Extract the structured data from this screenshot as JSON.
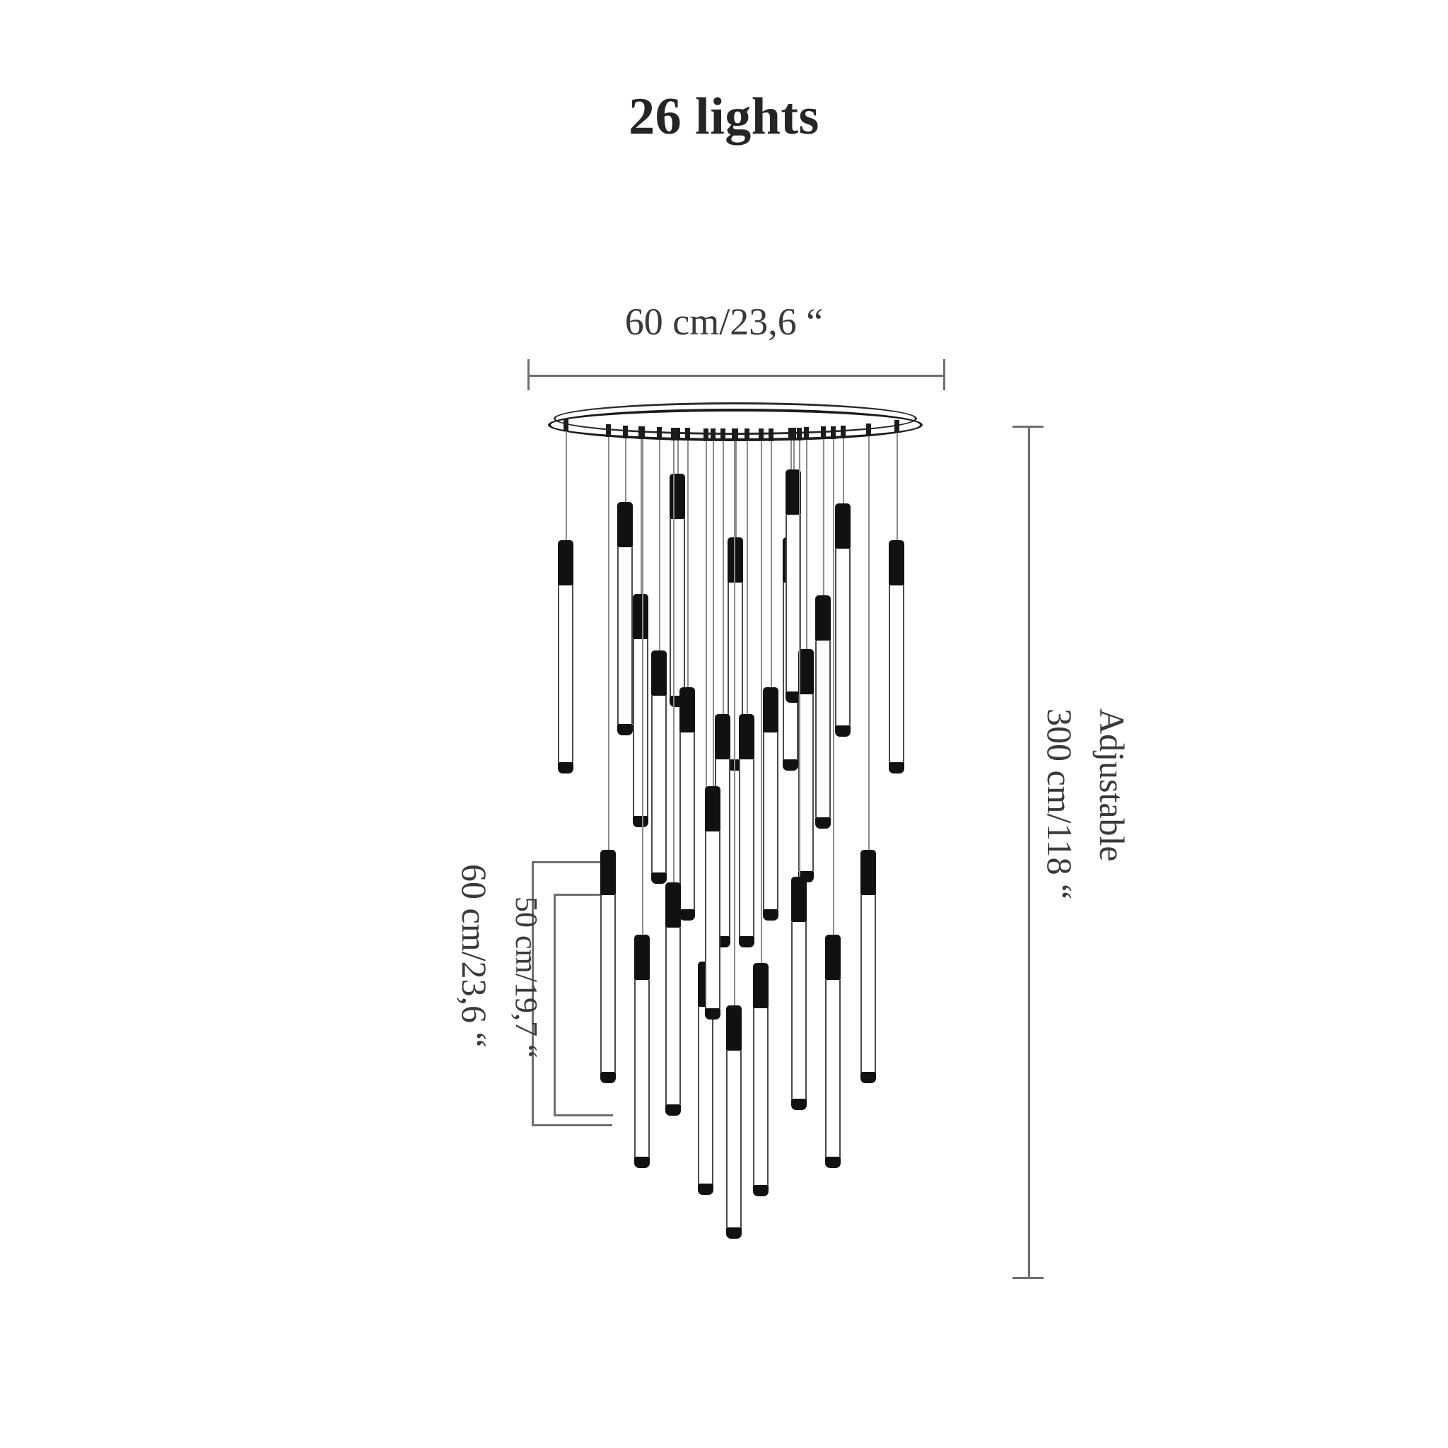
{
  "page": {
    "title": "26 lights",
    "background_color": "#ffffff",
    "ink_color": "#2b2b2b"
  },
  "diagram": {
    "kind": "technical-dimension-drawing",
    "subject": "multi-pendant linear tube chandelier",
    "light_count": 26,
    "canopy_shape": "round",
    "measurements": [
      {
        "name": "canopy-diameter",
        "orientation": "horizontal",
        "position": "top",
        "label": "60 cm/23,6 “",
        "value_cm": 60,
        "value_in": "23,6"
      },
      {
        "name": "overall-drop",
        "orientation": "vertical",
        "position": "right",
        "label_line_1": "Adjustable",
        "label_line_2": "300 cm/118 “",
        "value_cm": 300,
        "value_in": "118"
      },
      {
        "name": "pendant-overall-length",
        "orientation": "vertical",
        "position": "left-outer",
        "label": "60 cm/23,6 “",
        "value_cm": 60,
        "value_in": "23,6"
      },
      {
        "name": "pendant-tube-length",
        "orientation": "vertical",
        "position": "left-inner",
        "label": "50 cm/19,7 “",
        "value_cm": 50,
        "value_in": "19,7"
      }
    ],
    "colors": {
      "tube_cap": "#111111",
      "tube_body_outline": "#4a4a4a",
      "cable": "#8c8c8c",
      "dimension_line": "#6f6f6f",
      "canopy_outline": "#1c1c1c"
    }
  },
  "chart_data": {
    "type": "scatter",
    "title": "26 lights",
    "xlabel": "",
    "ylabel": "",
    "units": {
      "metric": "cm",
      "imperial": "inch"
    },
    "annotations": [
      "60 cm/23,6 “",
      "Adjustable",
      "300 cm/118 “",
      "60 cm/23,6 “",
      "50 cm/19,7 “"
    ],
    "series": [
      {
        "name": "pendants",
        "comment": "x = horizontal centre px, top = cap top px, len = tube length px (cap+body+foot)",
        "values": [
          {
            "x": 800,
            "top": 764,
            "len": 330
          },
          {
            "x": 884,
            "top": 710,
            "len": 330
          },
          {
            "x": 958,
            "top": 670,
            "len": 330
          },
          {
            "x": 1040,
            "top": 760,
            "len": 330
          },
          {
            "x": 1118,
            "top": 760,
            "len": 330
          },
          {
            "x": 1122,
            "top": 664,
            "len": 330
          },
          {
            "x": 1192,
            "top": 712,
            "len": 330
          },
          {
            "x": 1268,
            "top": 764,
            "len": 330
          },
          {
            "x": 906,
            "top": 840,
            "len": 330
          },
          {
            "x": 1164,
            "top": 842,
            "len": 330
          },
          {
            "x": 932,
            "top": 920,
            "len": 330
          },
          {
            "x": 1140,
            "top": 918,
            "len": 330
          },
          {
            "x": 972,
            "top": 972,
            "len": 330
          },
          {
            "x": 1090,
            "top": 972,
            "len": 330
          },
          {
            "x": 1022,
            "top": 1010,
            "len": 330
          },
          {
            "x": 1056,
            "top": 1010,
            "len": 330
          },
          {
            "x": 860,
            "top": 1202,
            "len": 330
          },
          {
            "x": 1228,
            "top": 1202,
            "len": 330
          },
          {
            "x": 952,
            "top": 1248,
            "len": 330
          },
          {
            "x": 1130,
            "top": 1240,
            "len": 330
          },
          {
            "x": 908,
            "top": 1322,
            "len": 330
          },
          {
            "x": 1178,
            "top": 1322,
            "len": 330
          },
          {
            "x": 998,
            "top": 1360,
            "len": 330
          },
          {
            "x": 1076,
            "top": 1362,
            "len": 330
          },
          {
            "x": 1038,
            "top": 1422,
            "len": 330
          },
          {
            "x": 1008,
            "top": 1112,
            "len": 330
          }
        ]
      }
    ]
  }
}
